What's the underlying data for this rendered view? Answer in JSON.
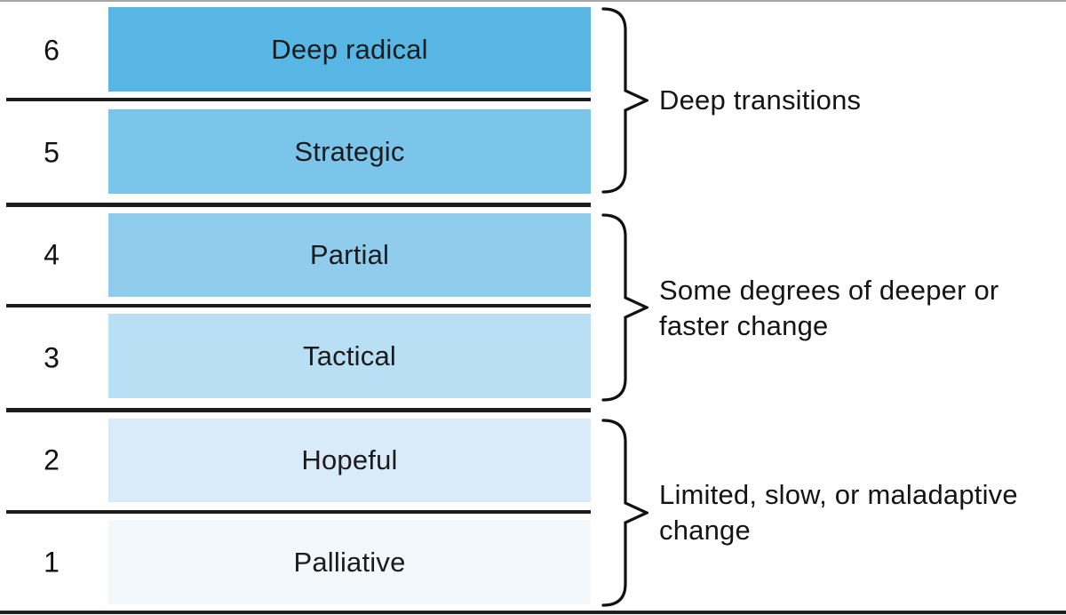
{
  "diagram": {
    "levels": [
      {
        "number": "6",
        "label": "Deep radical",
        "color": "#57b6e3"
      },
      {
        "number": "5",
        "label": "Strategic",
        "color": "#7bc4ea"
      },
      {
        "number": "4",
        "label": "Partial",
        "color": "#90ccec"
      },
      {
        "number": "3",
        "label": "Tactical",
        "color": "#b9dff4"
      },
      {
        "number": "2",
        "label": "Hopeful",
        "color": "#d9ebf8"
      },
      {
        "number": "1",
        "label": "Palliative",
        "color": "#f2f8fc"
      }
    ],
    "groups": [
      {
        "lines": [
          "Deep transitions"
        ]
      },
      {
        "lines": [
          "Some degrees of deeper or",
          "faster change"
        ]
      },
      {
        "lines": [
          "Limited, slow, or maladaptive",
          "change"
        ]
      }
    ],
    "line_color": "#1d1d1d",
    "brace_color": "#111111"
  }
}
